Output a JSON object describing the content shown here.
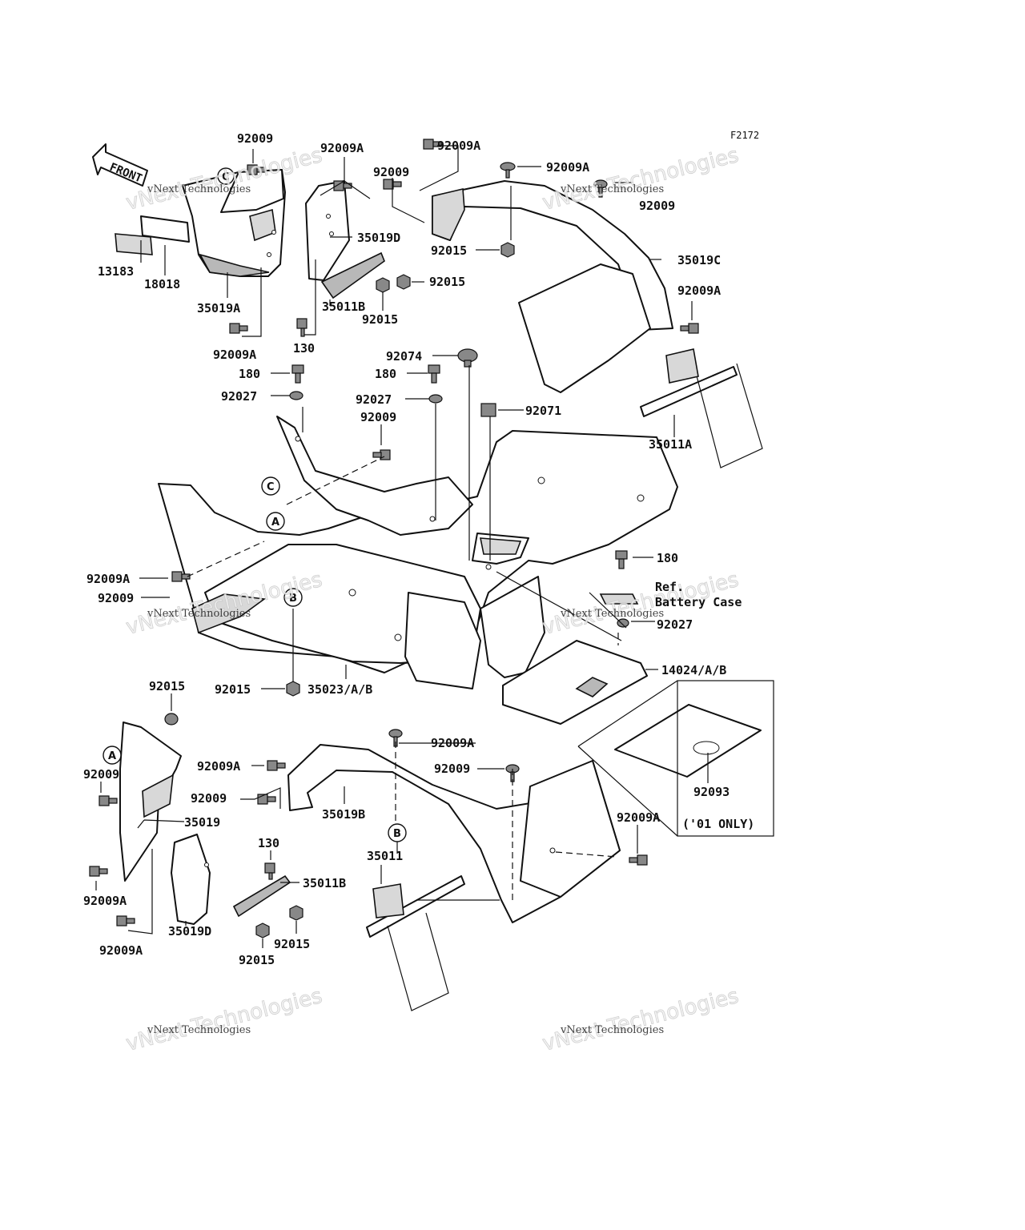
{
  "figure_code": "F2172",
  "front_arrow": "FRONT",
  "watermark": {
    "main": "vNext Technologies",
    "tag": "vNext Technologies"
  },
  "refs": {
    "a": "A",
    "b": "B",
    "c": "C"
  },
  "ref_note_1": "Ref.",
  "ref_note_2": "Battery Case",
  "only_note": "('01 ONLY)",
  "labels": [
    "92009",
    "92009A",
    "92009A",
    "92009",
    "92009A",
    "92009",
    "13183",
    "18018",
    "35019A",
    "35019D",
    "35011B",
    "92015",
    "92015",
    "92015",
    "35019C",
    "92009A",
    "130",
    "92009A",
    "180",
    "92027",
    "92074",
    "180",
    "92027",
    "92009",
    "92071",
    "35011A",
    "92009A",
    "92009",
    "180",
    "92027",
    "92015",
    "35023/A/B",
    "14024/A/B",
    "92015",
    "92009",
    "92009A",
    "92009A",
    "92009",
    "35019B",
    "92009",
    "35019",
    "92093",
    "92009A",
    "130",
    "35011",
    "35011B",
    "92009A",
    "35019D",
    "92015",
    "92009A",
    "92015"
  ],
  "callout_icons": [
    "bolt-icon",
    "flange-nut-icon",
    "washer-icon",
    "clip-nut-icon",
    "grommet-icon",
    "cap-icon"
  ]
}
